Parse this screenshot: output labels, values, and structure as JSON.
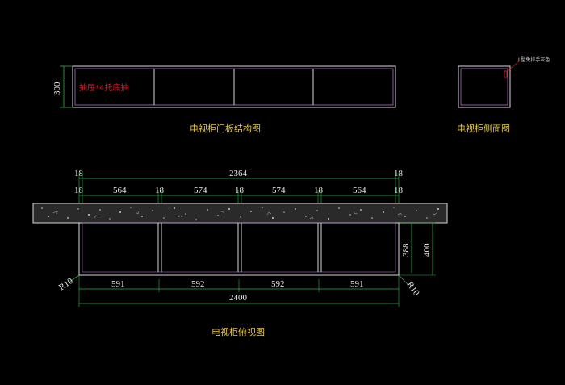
{
  "front_view": {
    "height_label": "300",
    "drawer_label": "抽屉*4托底抽",
    "caption": "电视柜门板结构图"
  },
  "side_view": {
    "note": "L型免拉手灰色",
    "caption": "电视柜侧面图"
  },
  "top_view": {
    "top_dims": {
      "edge_left": "18",
      "overall": "2364",
      "edge_right": "18",
      "spans": [
        "564",
        "18",
        "574",
        "18",
        "574",
        "18",
        "564"
      ],
      "end_left": "18",
      "end_right": "18"
    },
    "bottom_dims": {
      "spans": [
        "591",
        "592",
        "592",
        "591"
      ],
      "overall": "2400"
    },
    "height_dims": {
      "inner": "388",
      "outer": "400"
    },
    "radius_left": "R10",
    "radius_right": "R10",
    "caption": "电视柜俯视图"
  },
  "colors": {
    "background": "#000000",
    "line_white": "#d8d8d8",
    "line_magenta": "#b070c8",
    "line_red": "#c8202a",
    "dim_green": "#2fb24a",
    "caption_yellow": "#e6c84a",
    "stone": "#2a2a2a"
  }
}
